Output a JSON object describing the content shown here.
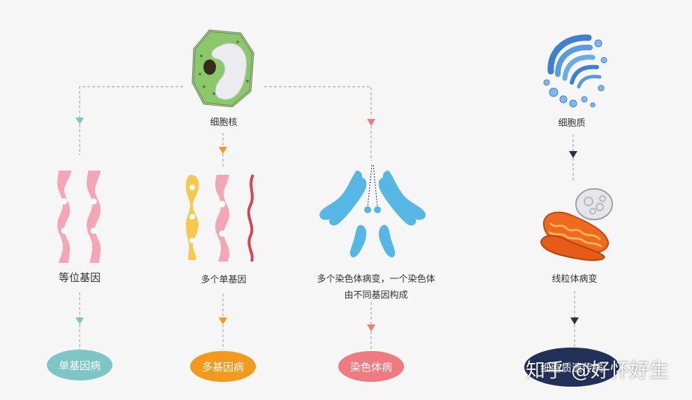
{
  "sources": {
    "nucleus": "细胞核",
    "cytoplasm": "细胞质"
  },
  "branches": [
    {
      "mechanism": "等位基因",
      "disease": "单基因病",
      "color": "#7ec6c6"
    },
    {
      "mechanism": "多个单基因",
      "disease": "多基因病",
      "color": "#f39a1e"
    },
    {
      "mechanism_line1": "多个染色体病变，一个染色体",
      "mechanism_line2": "由不同基因构成",
      "disease": "染色体病",
      "color": "#ef7b80"
    },
    {
      "mechanism": "线粒体病变",
      "disease": "细胞质遗传病",
      "color": "#233159"
    }
  ],
  "colors": {
    "line": "#a8a8a8",
    "chromosome_pink": "#f4a6b4",
    "chromosome_yellow": "#f6c84c",
    "chromosome_red": "#d8454f",
    "chromosome_blue": "#56b6e4",
    "cell_green": "#8cc86a"
  },
  "icons": {
    "nucleus": "plant-cell-icon",
    "cytoplasm": "golgi-apparatus-icon",
    "mitochondria": "mitochondria-icon"
  },
  "watermark": "知乎 @好怀好生"
}
